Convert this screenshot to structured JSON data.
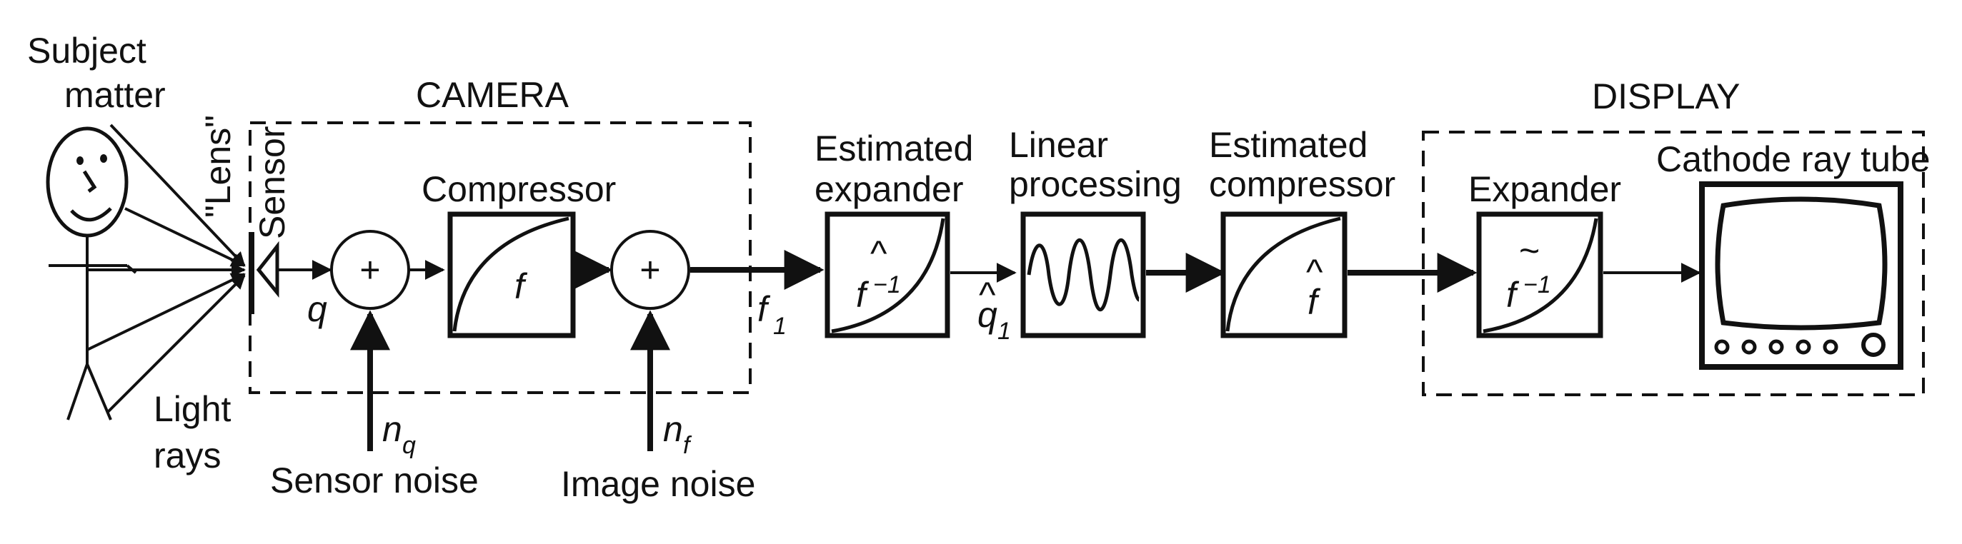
{
  "figure": {
    "subject": {
      "line1": "Subject",
      "line2": "matter"
    },
    "lens_label": "\"Lens\"",
    "light_rays": {
      "line1": "Light",
      "line2": "rays"
    },
    "sensor_label": "Sensor",
    "camera_title": "CAMERA",
    "display_title": "DISPLAY",
    "compressor": {
      "label": "Compressor",
      "symbol": "f"
    },
    "sum_sign": "+",
    "q_signal": "q",
    "f1_signal": {
      "base": "f",
      "sub": "1"
    },
    "q1hat_signal": {
      "base": "q",
      "hat": "^",
      "sub": "1"
    },
    "sensor_noise": {
      "symbol": "n",
      "sub": "q",
      "label": "Sensor noise"
    },
    "image_noise": {
      "symbol": "n",
      "sub": "f",
      "label": "Image noise"
    },
    "estimated_expander": {
      "line1": "Estimated",
      "line2": "expander",
      "symbol": "f",
      "exponent": "−1",
      "hat": "^"
    },
    "linear_processing": {
      "line1": "Linear",
      "line2": "processing"
    },
    "estimated_compressor": {
      "line1": "Estimated",
      "line2": "compressor",
      "symbol": "f",
      "hat": "^"
    },
    "expander": {
      "label": "Expander",
      "symbol": "f",
      "exponent": "−1",
      "tilde": "~"
    },
    "crt": {
      "label": "Cathode ray tube"
    }
  }
}
